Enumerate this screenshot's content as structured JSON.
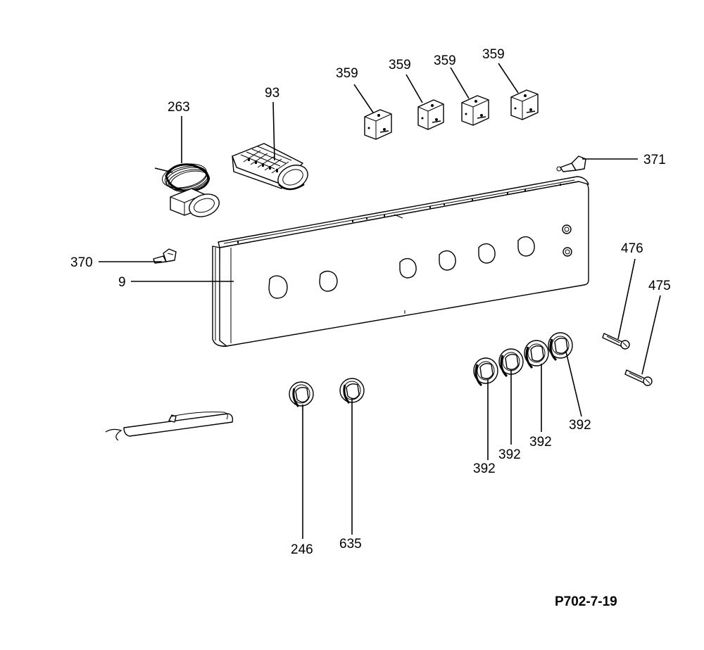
{
  "diagram": {
    "reference_code": "P702-7-19",
    "labels": {
      "p263": "263",
      "p93": "93",
      "p359_a": "359",
      "p359_b": "359",
      "p359_c": "359",
      "p359_d": "359",
      "p371": "371",
      "p370": "370",
      "p9": "9",
      "p476": "476",
      "p475": "475",
      "p392_a": "392",
      "p392_b": "392",
      "p392_c": "392",
      "p392_d": "392",
      "p246": "246",
      "p635": "635"
    }
  }
}
